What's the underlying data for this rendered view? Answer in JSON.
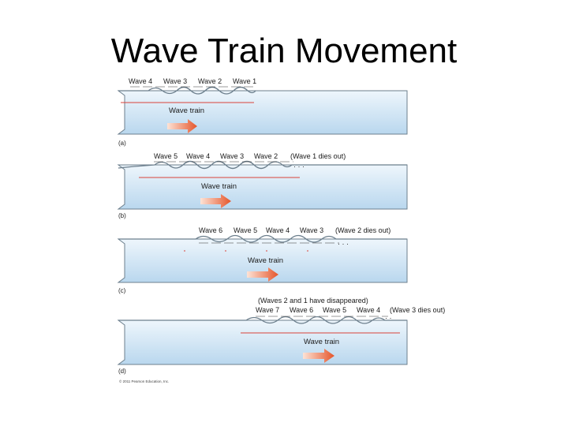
{
  "title": "Wave Train Movement",
  "panels": [
    {
      "letter": "(a)",
      "train_label": "Wave train",
      "wave_labels": [
        "Wave 4",
        "Wave 3",
        "Wave 2",
        "Wave 1"
      ],
      "note": "",
      "note_above": ""
    },
    {
      "letter": "(b)",
      "train_label": "Wave train",
      "wave_labels": [
        "Wave 5",
        "Wave 4",
        "Wave 3",
        "Wave 2"
      ],
      "note": "(Wave 1 dies out)",
      "note_above": ""
    },
    {
      "letter": "(c)",
      "train_label": "Wave train",
      "wave_labels": [
        "Wave 6",
        "Wave 5",
        "Wave 4",
        "Wave 3"
      ],
      "note": "(Wave 2 dies out)",
      "note_above": ""
    },
    {
      "letter": "(d)",
      "train_label": "Wave train",
      "wave_labels": [
        "Wave 7",
        "Wave 6",
        "Wave 5",
        "Wave 4"
      ],
      "note": "(Wave 3 dies out)",
      "note_above": "(Waves 2 and 1 have disappeared)"
    }
  ],
  "credit": "© 2011 Pearson Education, Inc.",
  "colors": {
    "water_top": "#eef6fc",
    "water_bottom": "#b9d7ee",
    "outline": "#6c7f8d",
    "train_line": "#d9423a",
    "arrow_start": "#fde3d6",
    "arrow_end": "#e5552a"
  }
}
